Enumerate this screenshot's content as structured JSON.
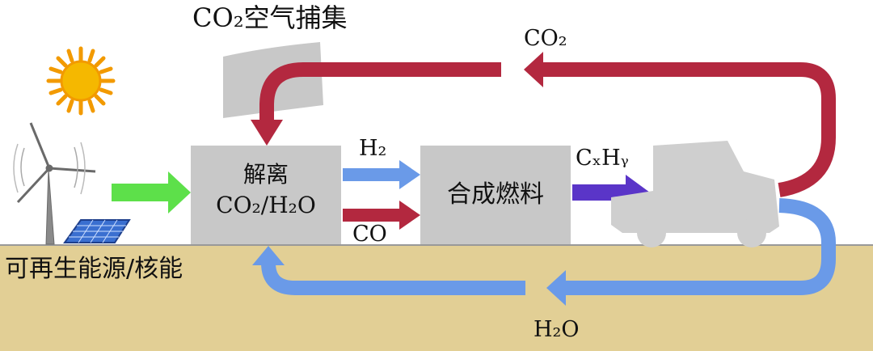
{
  "labels": {
    "capture_title": "CO₂空气捕集",
    "co2_return": "CO₂",
    "h2": "H₂",
    "co": "CO",
    "cxhy": "CₓHᵧ",
    "h2o_return": "H₂O",
    "renewable": "可再生能源/核能"
  },
  "boxes": {
    "split_line1": "解离",
    "split_line2": "CO₂/H₂O",
    "synth": "合成燃料"
  },
  "colors": {
    "ground": "#e2cf95",
    "box": "#c8c8c8",
    "co2_arrow": "#b3283f",
    "h2o_arrow": "#6a9ae8",
    "fuel_arrow": "#5a35c8",
    "energy_arrow": "#5de04a",
    "sun": "#f5b800",
    "solar_panel": "#3a6fd0"
  }
}
